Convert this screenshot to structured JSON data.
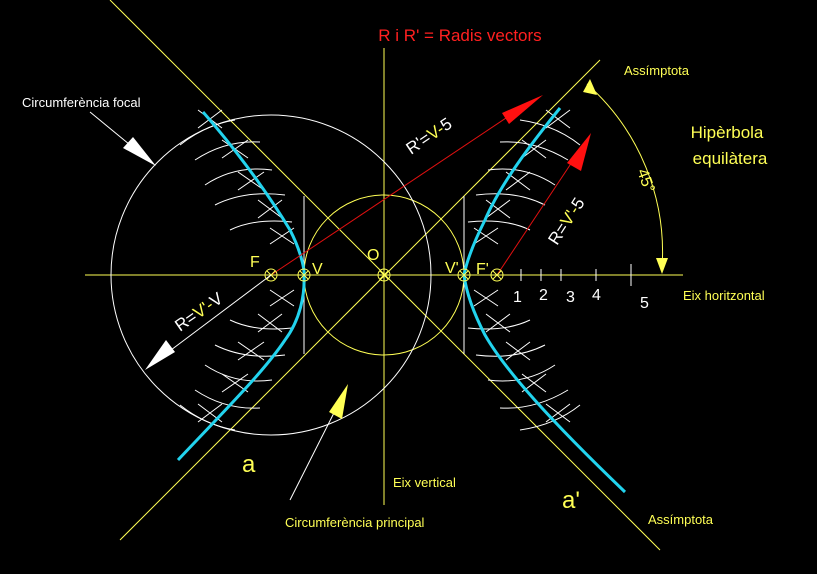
{
  "title": "R i R' = Radis vectors",
  "subtitle": {
    "line1": "Hipèrbola",
    "line2": "equilàtera"
  },
  "labels": {
    "focal_circle": "Circumferència focal",
    "principal_circle": "Circumferència principal",
    "asymptote_top": "Assímptota",
    "asymptote_bottom": "Assímptota",
    "horizontal_axis": "Eix horitzontal",
    "vertical_axis": "Eix vertical",
    "angle": "45°",
    "branch_left": "a",
    "branch_right": "a'"
  },
  "points": {
    "F": "F",
    "V": "V",
    "O": "O",
    "V_prime": "V'",
    "F_prime": "F'"
  },
  "ticks": [
    "1",
    "2",
    "3",
    "4",
    "5"
  ],
  "vectors": {
    "r_prime": {
      "a": "R'=",
      "b": "V-",
      "c": "5"
    },
    "r_right": {
      "a": "R=",
      "b": "V'-",
      "c": "5"
    },
    "r_left": {
      "a": "R=",
      "b": "V'-",
      "c": "V"
    }
  },
  "colors": {
    "background": "#000000",
    "construction": "#ffff55",
    "curve": "#22d3ee",
    "vector": "#e01010",
    "title": "#ff2020",
    "text": "#ffffff",
    "arc_marks": "#ffffff"
  }
}
